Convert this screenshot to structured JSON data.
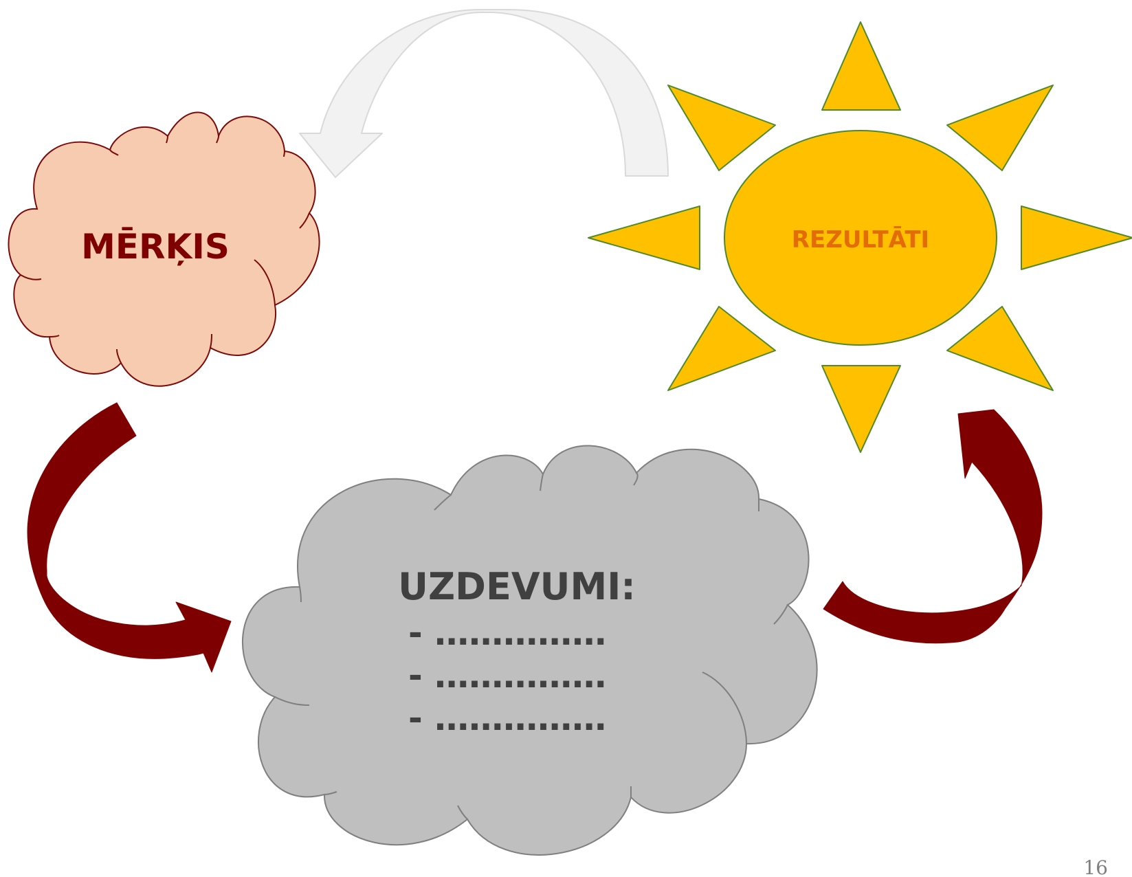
{
  "colors": {
    "goal_fill": "#f7cbb0",
    "goal_stroke": "#7b0a0a",
    "goal_text": "#7f0000",
    "results_fill": "#ffc000",
    "results_stroke": "#4f8a2a",
    "results_text": "#e36c09",
    "tasks_fill": "#bfbfbf",
    "tasks_stroke": "#7f7f7f",
    "tasks_text": "#404040",
    "arrow_dark": "#7f0000",
    "arrow_light_fill": "#f2f2f2",
    "arrow_light_stroke": "#d9d9d9",
    "page_number_text": "#7f7f7f"
  },
  "nodes": {
    "goal": {
      "label": "MĒRĶIS",
      "shape": "cloud"
    },
    "results": {
      "label": "REZULTĀTI",
      "shape": "sun"
    },
    "tasks": {
      "title": "UZDEVUMI:",
      "shape": "cloud",
      "items": [
        "- ……………",
        "- ……………",
        "- ……………"
      ]
    }
  },
  "arrows": [
    {
      "from": "goal",
      "to": "tasks",
      "style": "curved-dark"
    },
    {
      "from": "tasks",
      "to": "results",
      "style": "curved-dark"
    },
    {
      "from": "results",
      "to": "goal",
      "style": "curved-light"
    }
  ],
  "page_number": "16"
}
